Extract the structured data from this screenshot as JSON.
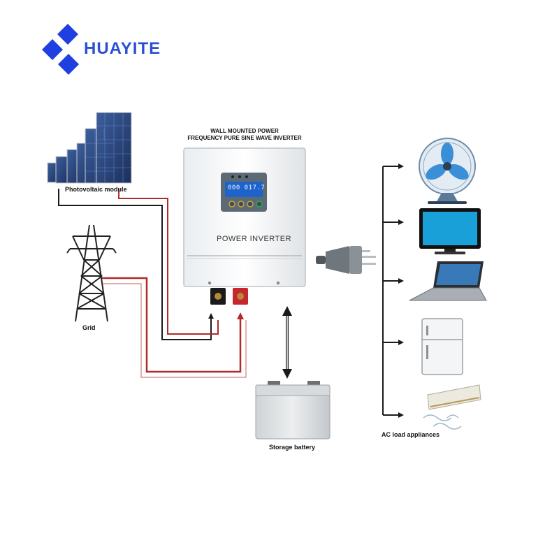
{
  "brand": {
    "name": "HUAYITE"
  },
  "inverter": {
    "title_line1": "WALL MOUNTED POWER",
    "title_line2": "FREQUENCY PURE SINE WAVE INVERTER",
    "panel_label": "POWER INVERTER",
    "lcd_readout": "000 017.7"
  },
  "labels": {
    "pv": "Photovoltaic module",
    "grid": "Grid",
    "battery": "Storage battery",
    "loads": "AC load appliances"
  },
  "colors": {
    "brand_blue": "#1f3fe0",
    "wire_red": "#b22a2a",
    "wire_black": "#1a1a1a"
  }
}
